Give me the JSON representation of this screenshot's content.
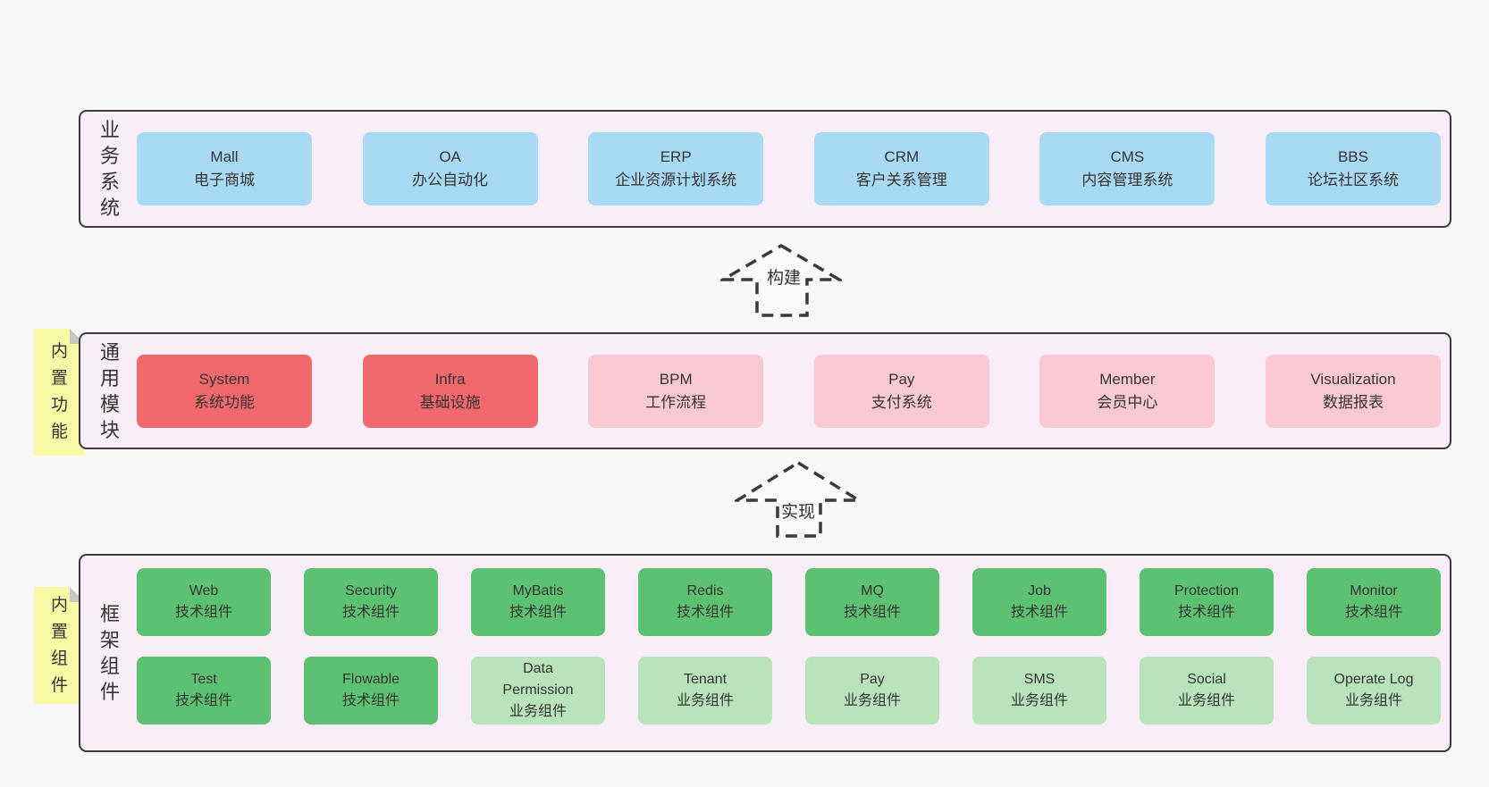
{
  "canvas": {
    "background": "#f8f8f8"
  },
  "colors": {
    "container_bg": "#f9edf7",
    "container_border": "#3b3b3b",
    "blue_box": "#a8daf4",
    "red_box": "#f2696d",
    "pink_box": "#fbc9d3",
    "green_box": "#5dc172",
    "light_green_box": "#b9e3ba",
    "sticky_yellow": "#f9f9a5",
    "sticky_fold": "#c6c6c6",
    "text": "#333333"
  },
  "business": {
    "label": "业务系统",
    "items": [
      {
        "name": "Mall",
        "desc": "电子商城"
      },
      {
        "name": "OA",
        "desc": "办公自动化"
      },
      {
        "name": "ERP",
        "desc": "企业资源计划系统"
      },
      {
        "name": "CRM",
        "desc": "客户关系管理"
      },
      {
        "name": "CMS",
        "desc": "内容管理系统"
      },
      {
        "name": "BBS",
        "desc": "论坛社区系统"
      }
    ]
  },
  "arrows": {
    "build": "构建",
    "implement": "实现"
  },
  "modules": {
    "label": "通用模块",
    "sticky": "内置功能",
    "items": [
      {
        "name": "System",
        "desc": "系统功能"
      },
      {
        "name": "Infra",
        "desc": "基础设施"
      },
      {
        "name": "BPM",
        "desc": "工作流程"
      },
      {
        "name": "Pay",
        "desc": "支付系统"
      },
      {
        "name": "Member",
        "desc": "会员中心"
      },
      {
        "name": "Visualization",
        "desc": "数据报表"
      }
    ]
  },
  "components": {
    "label": "框架组件",
    "sticky": "内置组件",
    "row1": [
      {
        "name": "Web",
        "desc": "技术组件"
      },
      {
        "name": "Security",
        "desc": "技术组件"
      },
      {
        "name": "MyBatis",
        "desc": "技术组件"
      },
      {
        "name": "Redis",
        "desc": "技术组件"
      },
      {
        "name": "MQ",
        "desc": "技术组件"
      },
      {
        "name": "Job",
        "desc": "技术组件"
      },
      {
        "name": "Protection",
        "desc": "技术组件"
      },
      {
        "name": "Monitor",
        "desc": "技术组件"
      }
    ],
    "row2": [
      {
        "name": "Test",
        "desc": "技术组件"
      },
      {
        "name": "Flowable",
        "desc": "技术组件"
      },
      {
        "name": "Data Permission",
        "desc": "业务组件"
      },
      {
        "name": "Tenant",
        "desc": "业务组件"
      },
      {
        "name": "Pay",
        "desc": "业务组件"
      },
      {
        "name": "SMS",
        "desc": "业务组件"
      },
      {
        "name": "Social",
        "desc": "业务组件"
      },
      {
        "name": "Operate Log",
        "desc": "业务组件"
      }
    ]
  }
}
